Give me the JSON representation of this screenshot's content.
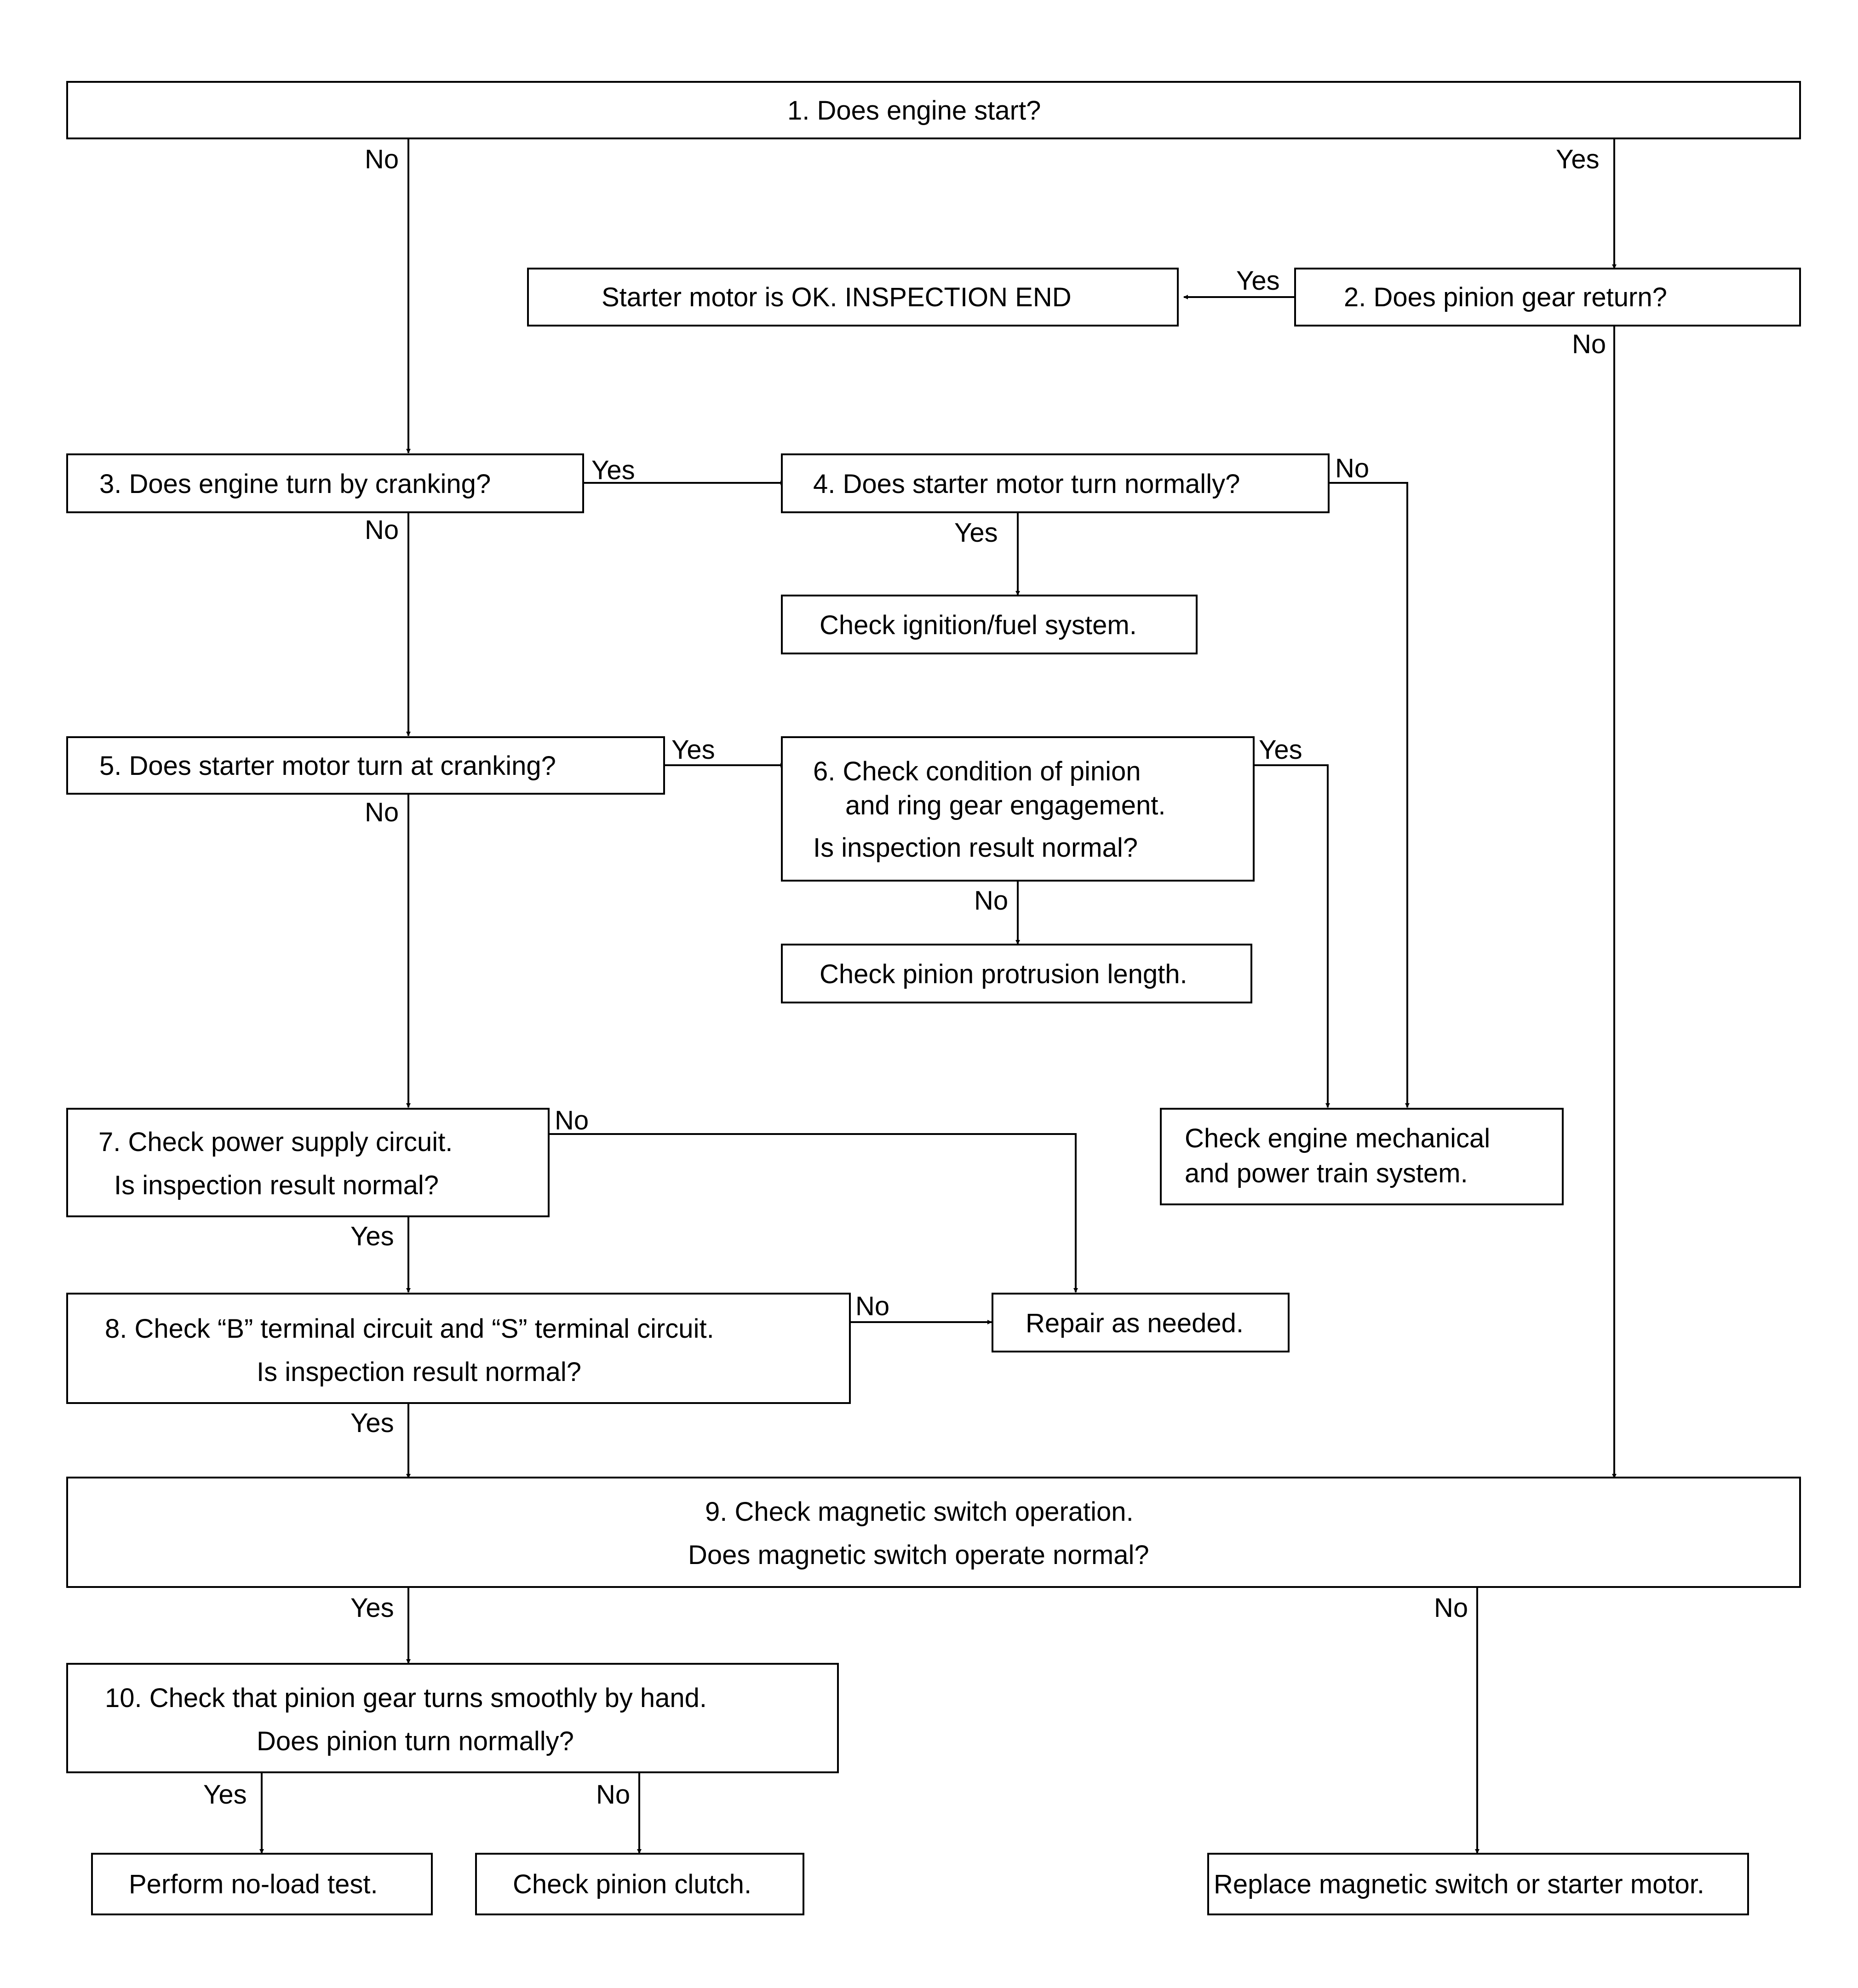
{
  "nodes": {
    "n1": {
      "lines": [
        "1. Does engine start?"
      ]
    },
    "n2": {
      "lines": [
        "2. Does pinion gear return?"
      ]
    },
    "ok": {
      "lines": [
        "Starter motor is OK. INSPECTION END"
      ]
    },
    "n3": {
      "lines": [
        "3. Does engine turn by cranking?"
      ]
    },
    "n4": {
      "lines": [
        "4. Does starter motor turn normally?"
      ]
    },
    "ign": {
      "lines": [
        "Check ignition/fuel system."
      ]
    },
    "n5": {
      "lines": [
        "5. Does starter motor turn at cranking?"
      ]
    },
    "n6": {
      "lines": [
        "6. Check condition of pinion",
        "and ring gear engagement.",
        "Is inspection result normal?"
      ]
    },
    "prot": {
      "lines": [
        "Check pinion protrusion length."
      ]
    },
    "eng": {
      "lines": [
        "Check engine mechanical",
        "and power train system."
      ]
    },
    "n7": {
      "lines": [
        "7. Check power supply circuit.",
        "Is inspection result normal?"
      ]
    },
    "n8": {
      "lines": [
        "8. Check “B” terminal circuit and “S” terminal circuit.",
        "Is inspection result normal?"
      ]
    },
    "rep": {
      "lines": [
        "Repair as needed."
      ]
    },
    "n9": {
      "lines": [
        "9. Check magnetic switch operation.",
        "Does magnetic switch operate normal?"
      ]
    },
    "n10": {
      "lines": [
        "10. Check that pinion gear turns smoothly by hand.",
        "Does pinion turn normally?"
      ]
    },
    "noload": {
      "lines": [
        "Perform no-load test."
      ]
    },
    "clutch": {
      "lines": [
        "Check pinion clutch."
      ]
    },
    "repl": {
      "lines": [
        "Replace magnetic switch or starter motor."
      ]
    }
  },
  "edges": {
    "n1_no": "No",
    "n1_yes": "Yes",
    "n2_yes": "Yes",
    "n2_no": "No",
    "n3_yes": "Yes",
    "n3_no": "No",
    "n4_no": "No",
    "n4_yes": "Yes",
    "n5_yes": "Yes",
    "n5_no": "No",
    "n6_yes": "Yes",
    "n6_no": "No",
    "n7_no": "No",
    "n7_yes": "Yes",
    "n8_no": "No",
    "n8_yes": "Yes",
    "n9_yes": "Yes",
    "n9_no": "No",
    "n10_yes": "Yes",
    "n10_no": "No"
  },
  "colors": {
    "line": "#000000",
    "background": "#ffffff"
  }
}
